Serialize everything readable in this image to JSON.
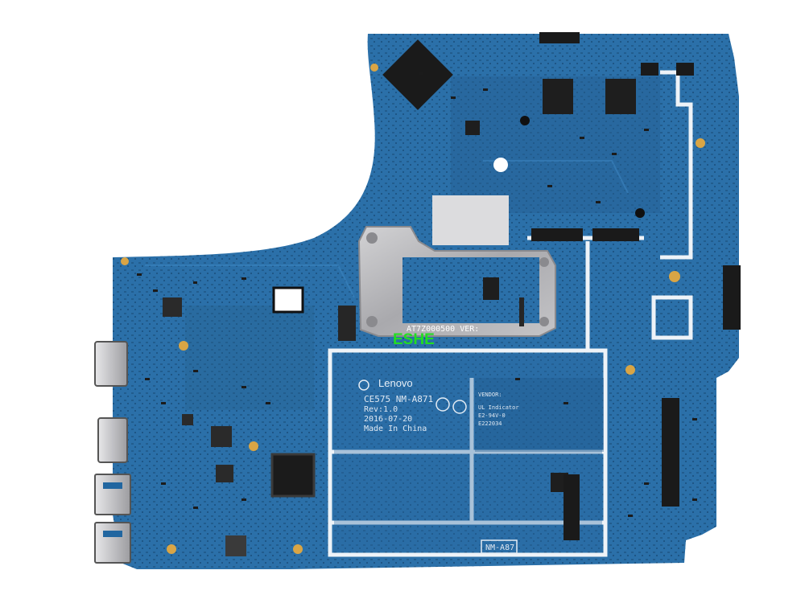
{
  "photo": {
    "subject": "motherboard"
  },
  "silkscreen": {
    "brand": "Lenovo",
    "model": "CE575 NM-A871",
    "revision": "Rev:1.0",
    "date": "2016-07-20",
    "origin": "Made In China",
    "vendor_label": "VENDOR:",
    "ul_label": "UL Indicator",
    "ul_code_1": "E2-94V-0",
    "ul_code_2": "E222034",
    "part_code": "NM-A87",
    "heatsink_label": "AT7Z000500 VER:"
  },
  "watermark": {
    "text": "ESHE",
    "color": "#22dd22"
  },
  "colors": {
    "pcb": "#2a6fa8",
    "pcb_dark": "#1f5a8c",
    "pcb_light": "#3f86bd",
    "silk": "#e4ecf4",
    "metal": "#b9b9bc"
  }
}
